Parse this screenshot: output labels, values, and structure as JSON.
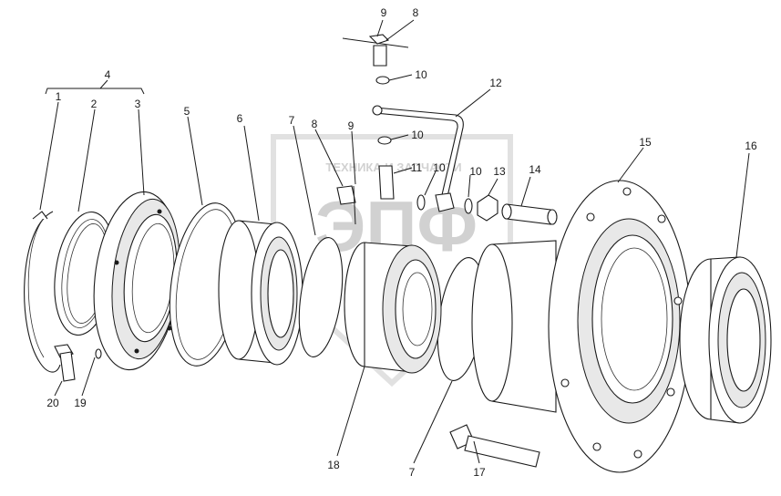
{
  "watermark": {
    "company": "ТЕХНИКА И ЗАПЧАСТИ",
    "logo": "ЭПФ",
    "color": "#9a9a9a"
  },
  "callouts": {
    "c1": "1",
    "c2": "2",
    "c3": "3",
    "c4": "4",
    "c5": "5",
    "c6": "6",
    "c7a": "7",
    "c7b": "7",
    "c8a": "8",
    "c8b": "8",
    "c9a": "9",
    "c9b": "9",
    "c10a": "10",
    "c10b": "10",
    "c10c": "10",
    "c10d": "10",
    "c11": "11",
    "c12": "12",
    "c13": "13",
    "c14": "14",
    "c15": "15",
    "c16": "16",
    "c17": "17",
    "c18": "18",
    "c19": "19",
    "c20": "20"
  }
}
